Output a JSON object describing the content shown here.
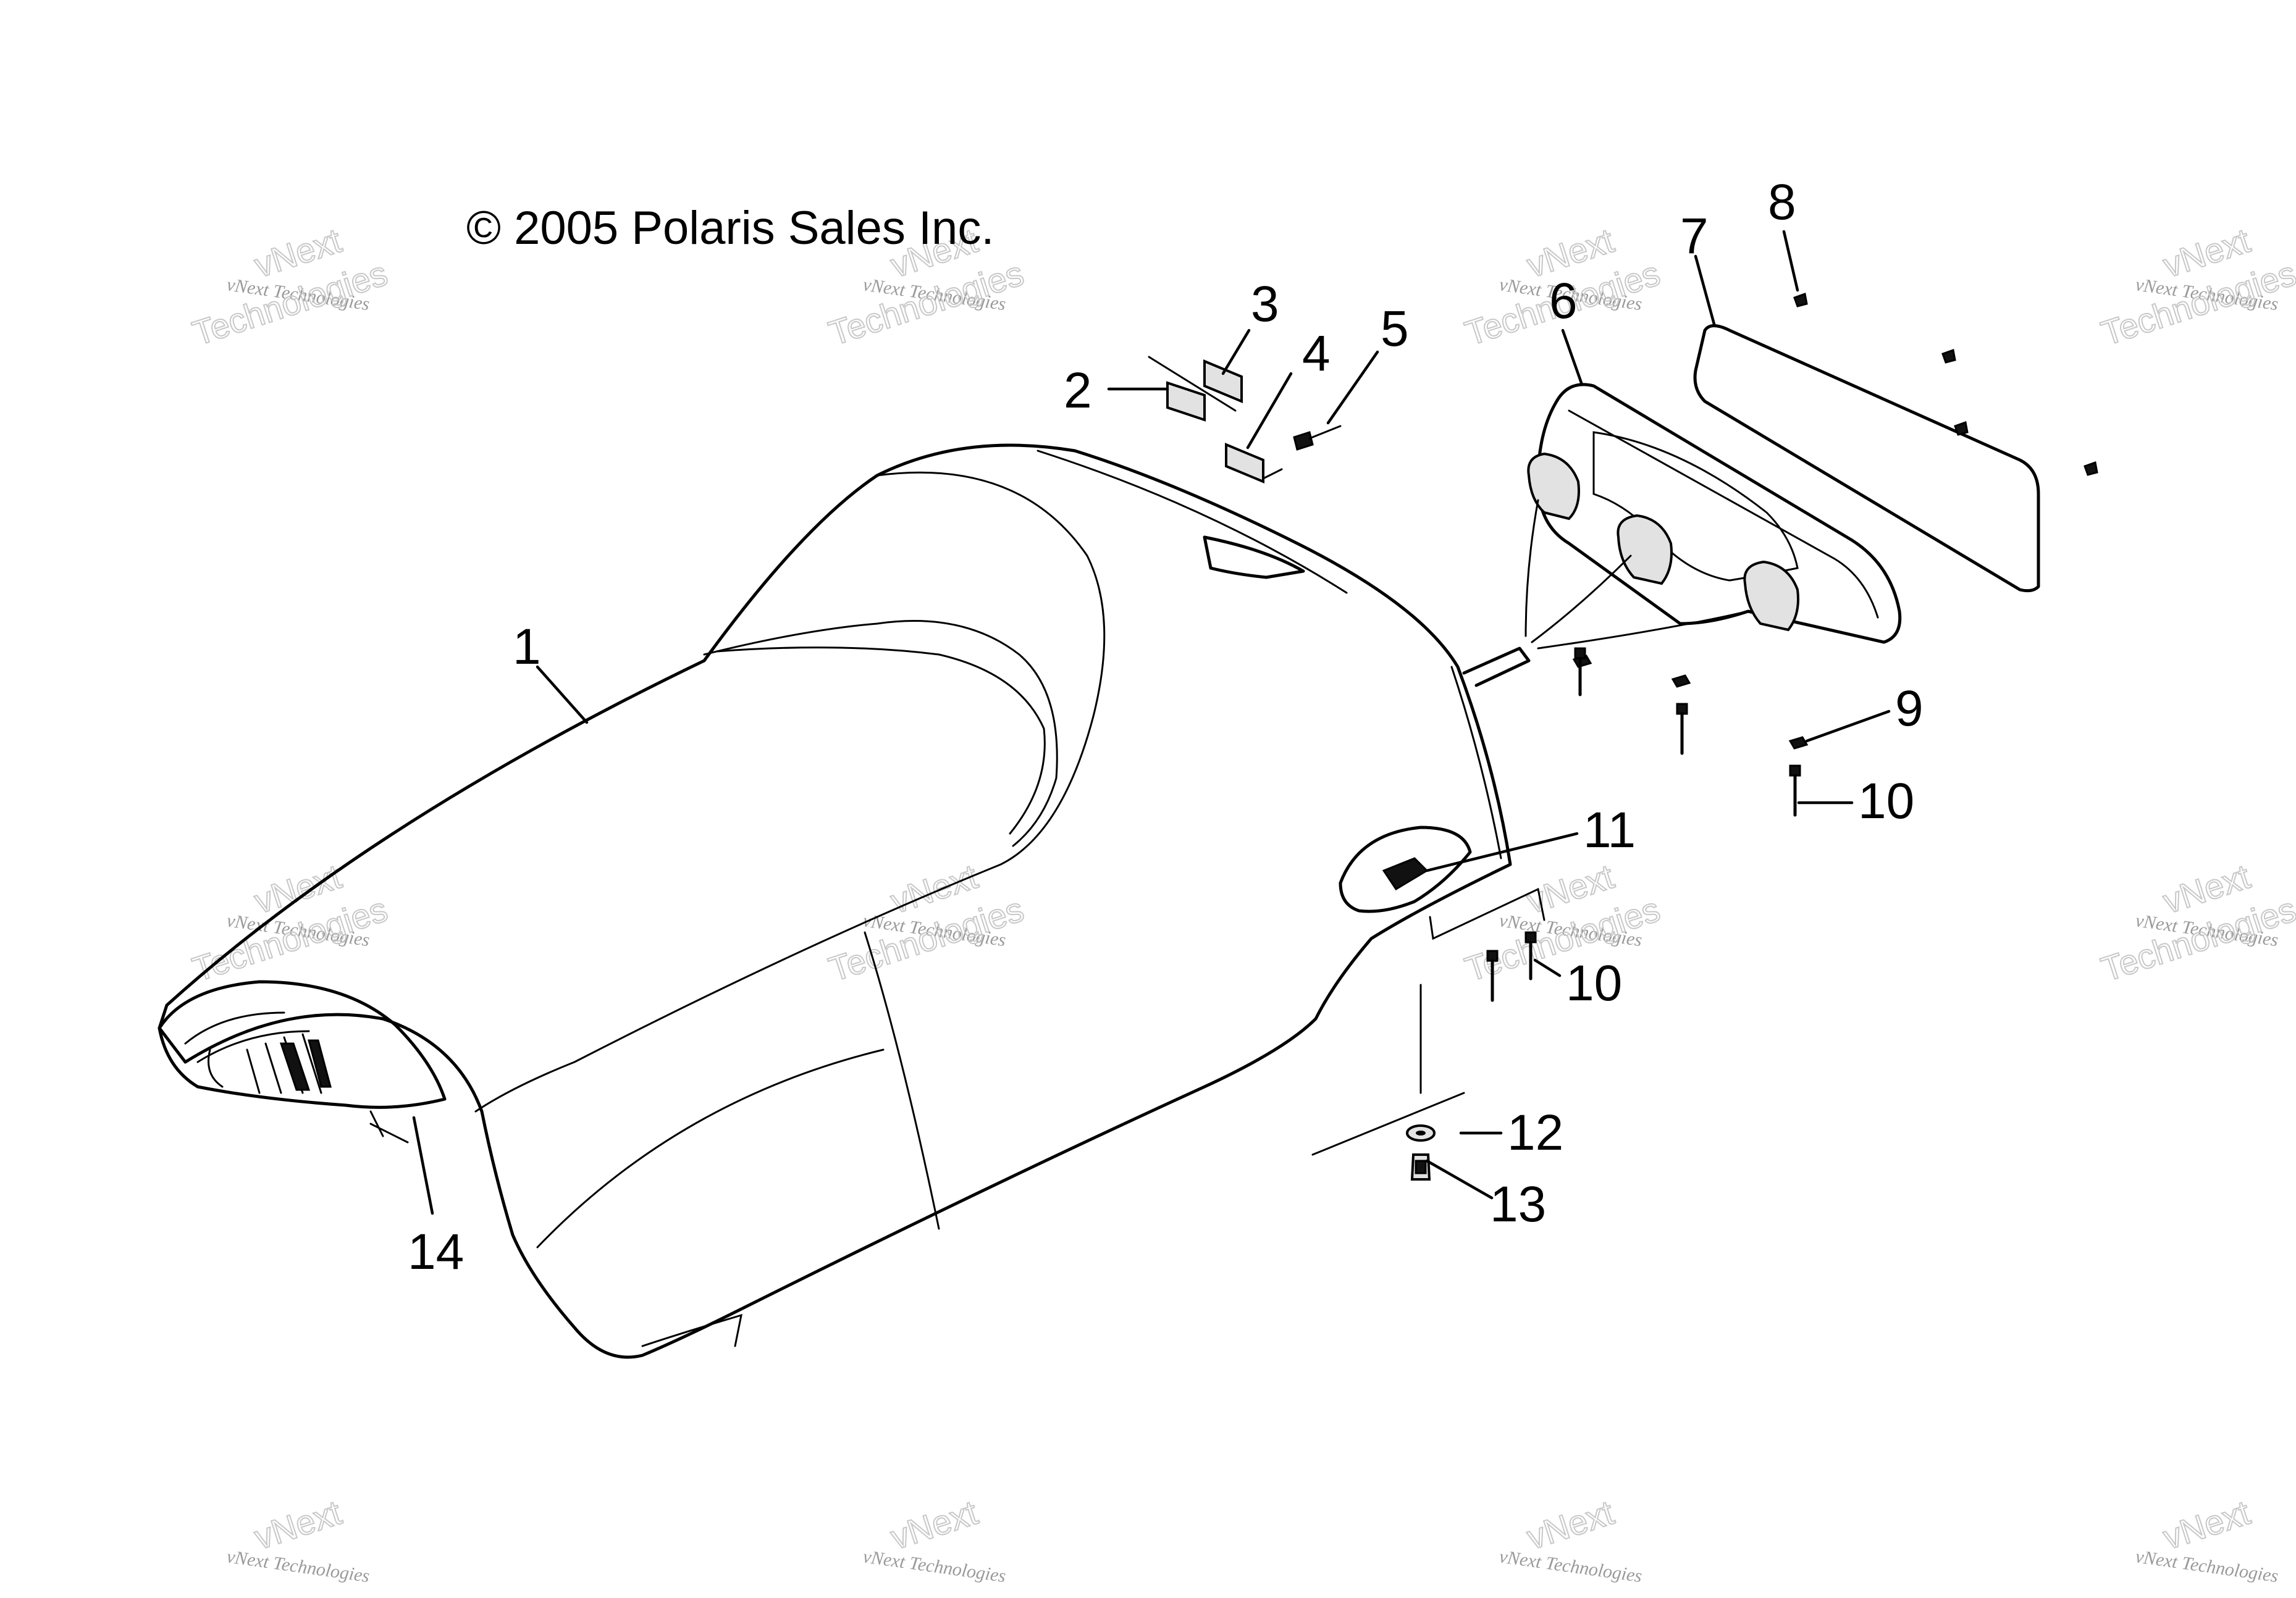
{
  "copyright": "© 2005 Polaris Sales Inc.",
  "watermark": {
    "small_text": "vNext Technologies",
    "big_line1": "vNext",
    "big_line2": "Technologies"
  },
  "callouts": [
    "1",
    "2",
    "3",
    "4",
    "5",
    "6",
    "7",
    "8",
    "9",
    "10",
    "10",
    "11",
    "12",
    "13",
    "14"
  ],
  "colors": {
    "line": "#000000",
    "background": "#ffffff",
    "watermark": "#9a9a9a"
  }
}
